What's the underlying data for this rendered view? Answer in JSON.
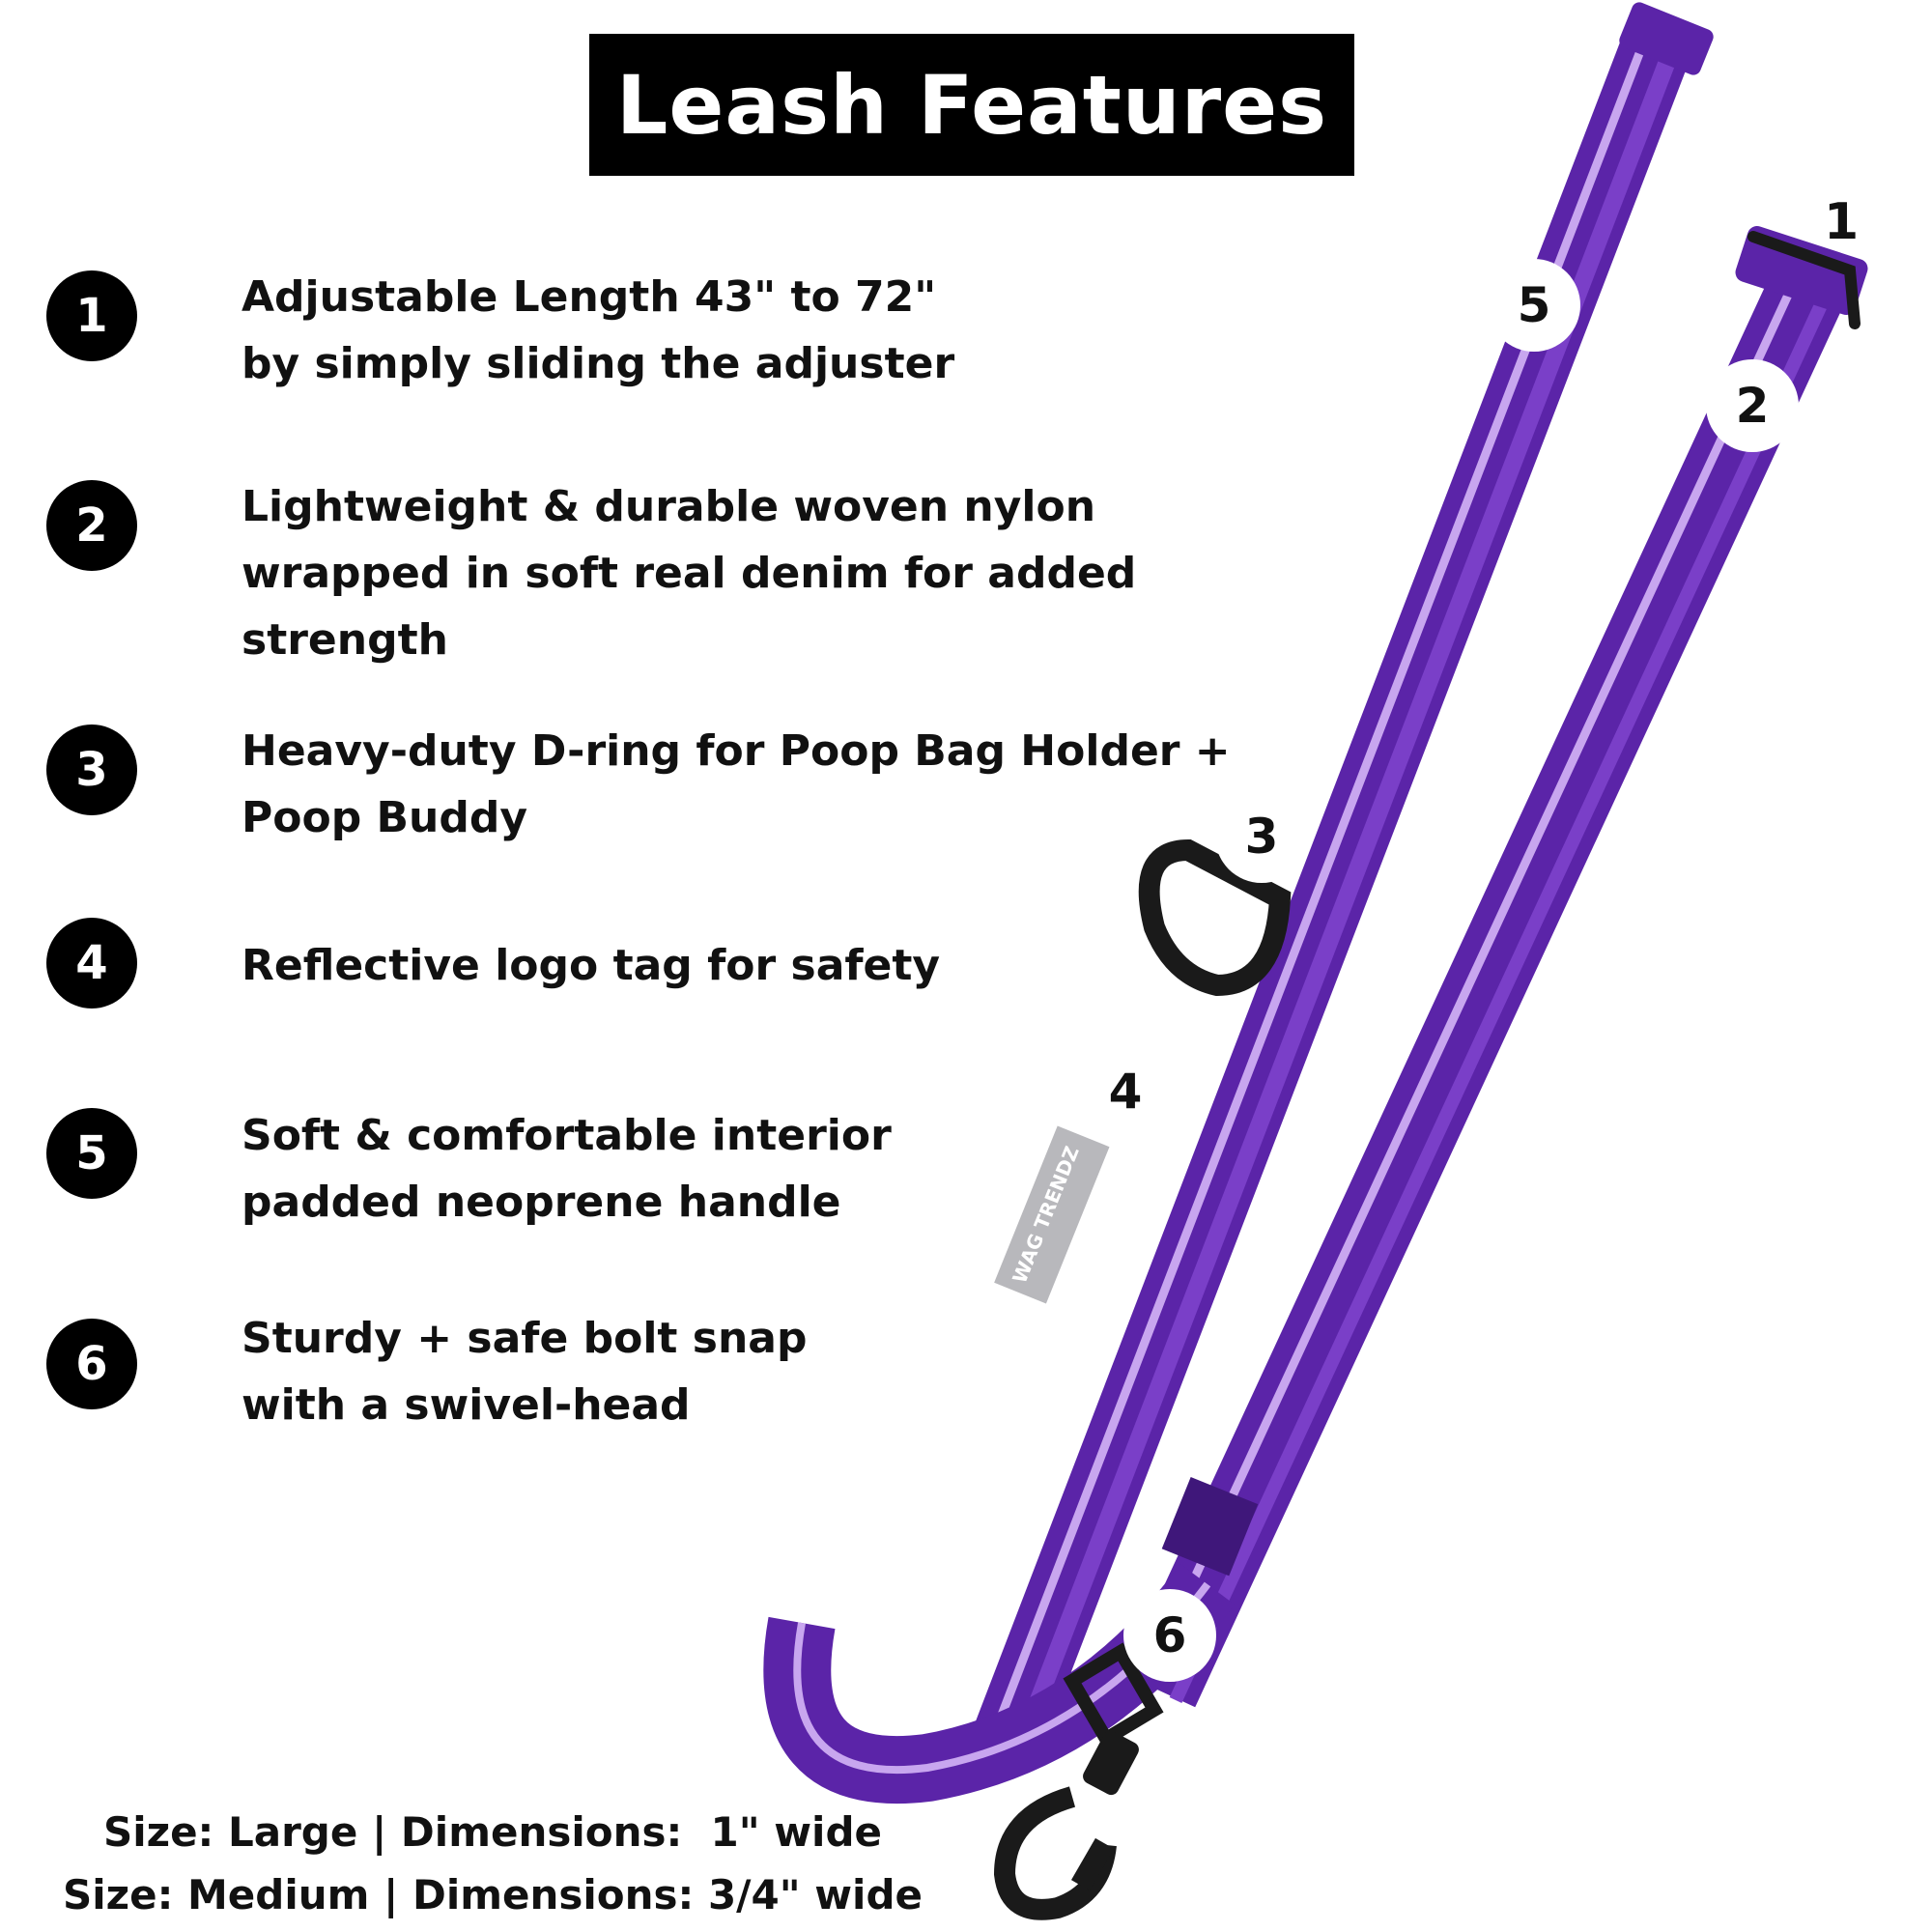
{
  "title": "Leash Features",
  "features": [
    {
      "num": "1",
      "text": "Adjustable Length 43\" to 72\"\nby simply sliding the adjuster"
    },
    {
      "num": "2",
      "text": "Lightweight & durable woven nylon\nwrapped in soft real denim for added\nstrength"
    },
    {
      "num": "3",
      "text": "Heavy-duty D-ring for Poop Bag Holder +\nPoop Buddy"
    },
    {
      "num": "4",
      "text": "Reflective logo tag for safety"
    },
    {
      "num": "5",
      "text": "Soft & comfortable interior\npadded neoprene handle"
    },
    {
      "num": "6",
      "text": "Sturdy + safe bolt snap\nwith a swivel-head"
    }
  ],
  "callouts": {
    "c1": "1",
    "c2": "2",
    "c3": "3",
    "c4": "4",
    "c5": "5",
    "c6": "6"
  },
  "tag_text": "WAG TRENDZ",
  "sizes": [
    "Size: Large | Dimensions:  1\" wide",
    "Size: Medium | Dimensions: 3/4\" wide"
  ],
  "colors": {
    "leash": "#5b24a8",
    "leash_dark": "#3f177a",
    "stripe": "#c8a6ef",
    "hardware": "#1a1a1a",
    "tag": "#b8b8bc"
  }
}
